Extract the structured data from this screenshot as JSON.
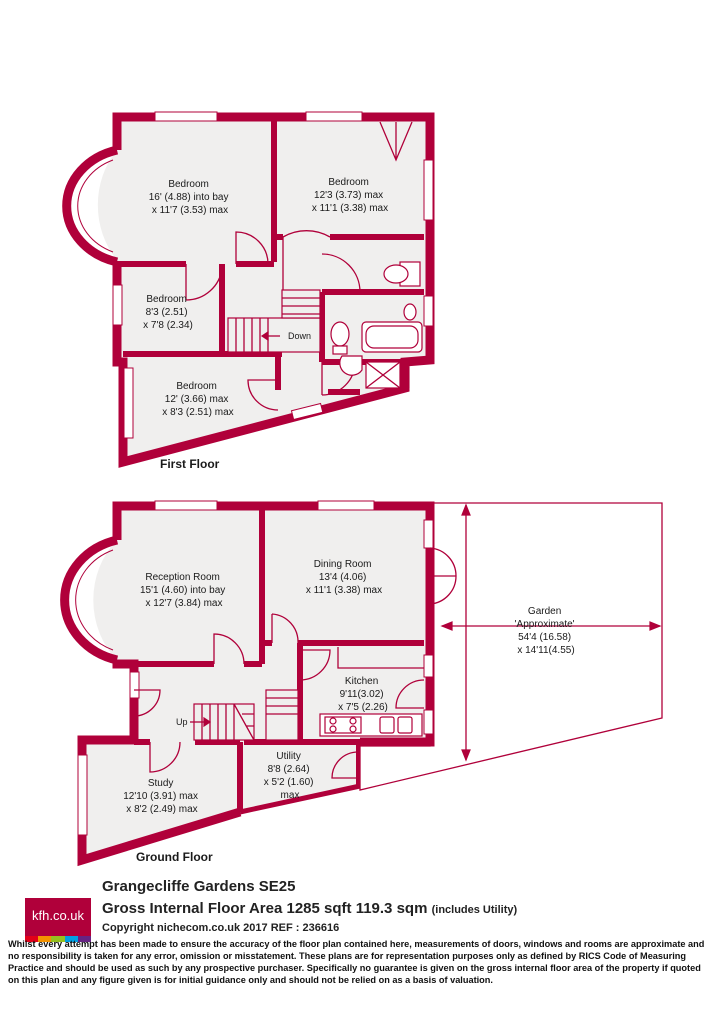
{
  "first_floor": {
    "label": "First Floor",
    "rooms": {
      "bedroom1": [
        "Bedroom",
        "16' (4.88) into bay",
        "x 11'7 (3.53) max"
      ],
      "bedroom2": [
        "Bedroom",
        "12'3 (3.73) max",
        "x 11'1 (3.38) max"
      ],
      "bedroom3": [
        "Bedroom",
        "8'3 (2.51)",
        "x 7'8 (2.34)"
      ],
      "bedroom4": [
        "Bedroom",
        "12' (3.66) max",
        "x 8'3 (2.51) max"
      ]
    },
    "stairs_label": "Down"
  },
  "ground_floor": {
    "label": "Ground Floor",
    "rooms": {
      "reception": [
        "Reception Room",
        "15'1 (4.60) into bay",
        "x 12'7 (3.84) max"
      ],
      "dining": [
        "Dining Room",
        "13'4 (4.06)",
        "x 11'1 (3.38) max"
      ],
      "kitchen": [
        "Kitchen",
        "9'11(3.02)",
        "x 7'5 (2.26)"
      ],
      "study": [
        "Study",
        "12'10 (3.91) max",
        "x 8'2 (2.49) max"
      ],
      "utility": [
        "Utility",
        "8'8 (2.64)",
        "x 5'2 (1.60)",
        "max"
      ],
      "garden": [
        "Garden",
        "'Approximate'",
        "54'4 (16.58)",
        "x 14'11(4.55)"
      ]
    },
    "stairs_label": "Up"
  },
  "footer": {
    "logo_text": "kfh.co.uk",
    "address": "Grangecliffe Gardens  SE25",
    "gia": "Gross Internal Floor Area 1285 sqft 119.3 sqm",
    "gia_note": "(includes Utility)",
    "copyright": "Copyright nichecom.co.uk 2017 REF : 236616",
    "disclaimer": "Whilst every attempt has been made to ensure the accuracy of the floor plan contained here, measurements of doors, windows and rooms are approximate and no responsibility is taken for any error, omission or misstatement.  These plans are for representation purposes only as defined by RICS Code of Measuring Practice and should be used as such by any prospective purchaser.  Specifically no guarantee is given on the gross internal floor area of the property if quoted on this plan and any figure given is for initial guidance only and should not be relied on as a basis of valuation."
  },
  "colors": {
    "wall": "#b0003a",
    "floor": "#f0efee",
    "logo_bar": [
      "#e2001a",
      "#f39200",
      "#95c11f",
      "#009fe3",
      "#662483"
    ]
  }
}
